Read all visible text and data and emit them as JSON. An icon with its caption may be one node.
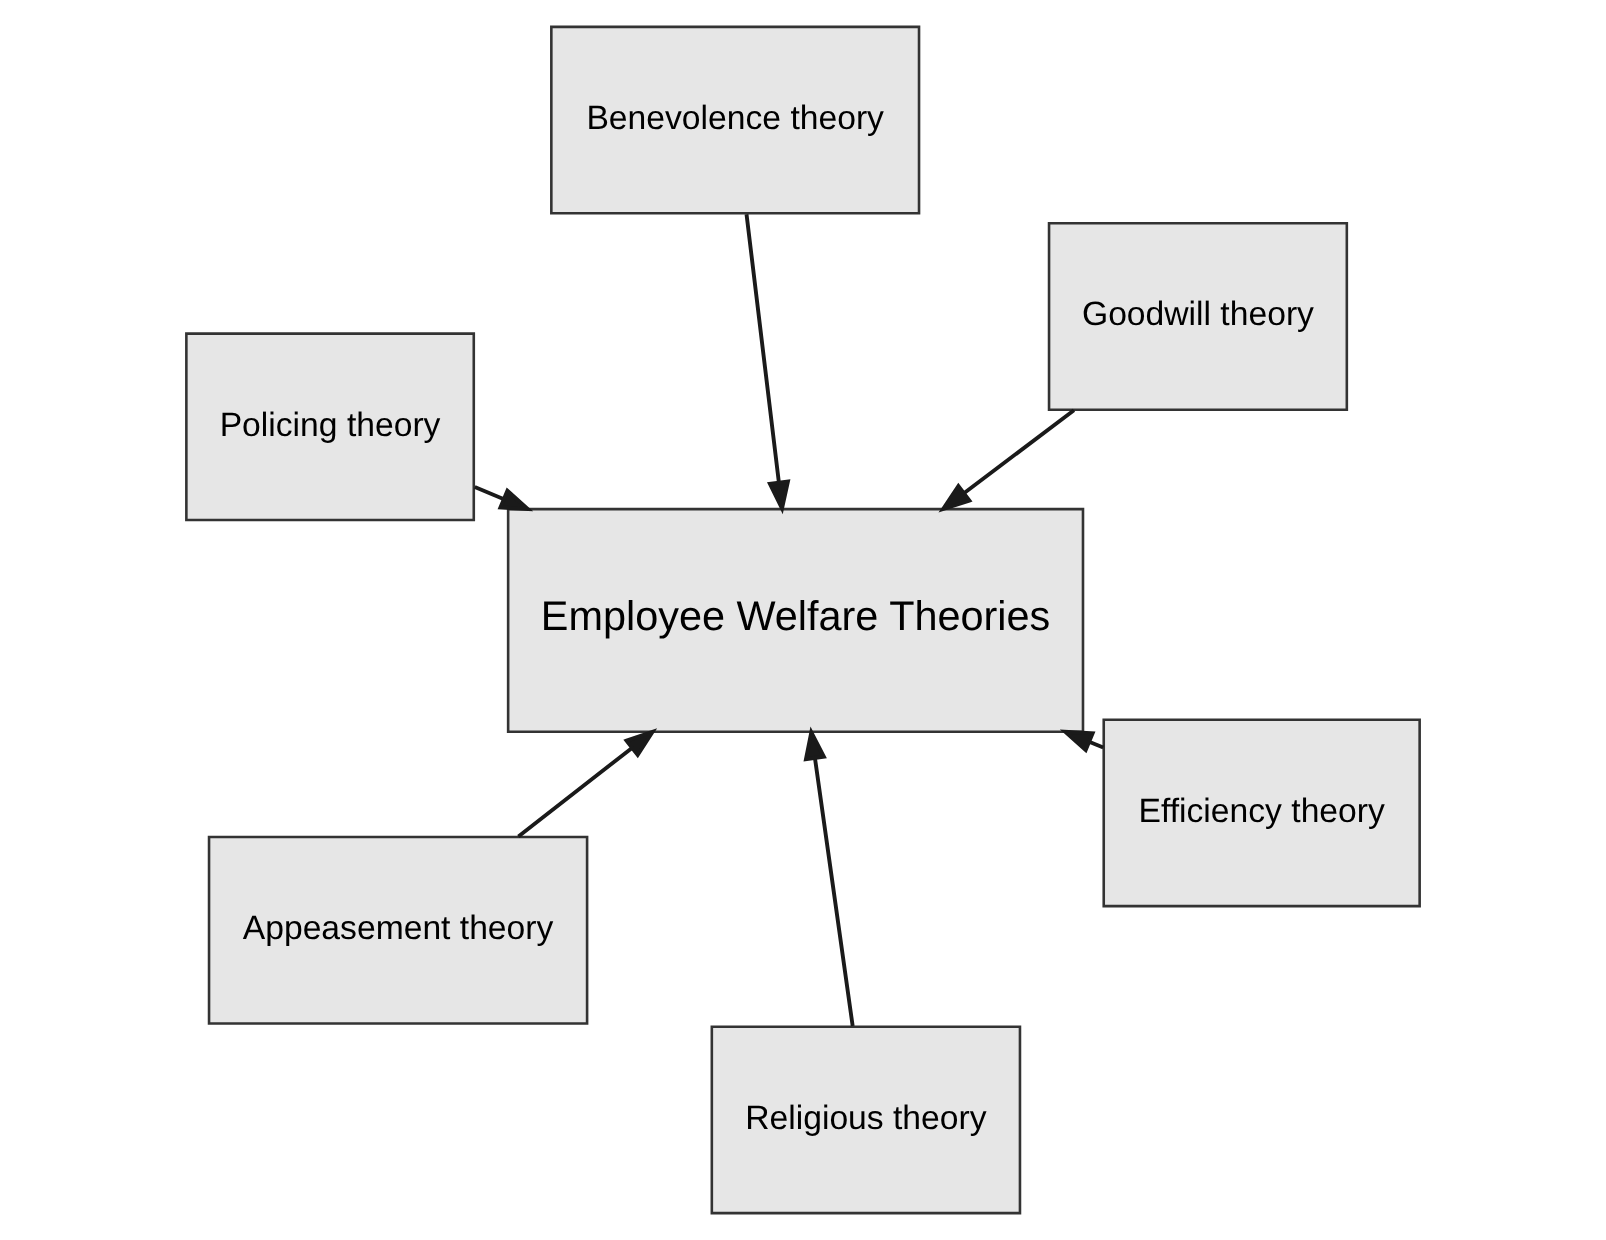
{
  "diagram": {
    "nodes": [
      {
        "text": [
          "Policing theory"
        ]
      },
      {
        "text": [
          "Efficiency theory"
        ]
      },
      {
        "text": [
          "Religious theory"
        ]
      },
      {
        "text": [
          "Employee Welfare Theories"
        ]
      },
      {
        "text": [
          "Goodwill theory"
        ]
      },
      {
        "text": [
          "Benevolence theory"
        ]
      },
      {
        "text": [
          "Appeasement theory"
        ]
      }
    ],
    "edges": [
      {
        "from": 0,
        "to": 3,
        "arrow": "to"
      },
      {
        "from": 1,
        "to": 3,
        "arrow": "to"
      },
      {
        "from": 2,
        "to": 3,
        "arrow": "to"
      },
      {
        "from": 4,
        "to": 3,
        "arrow": "to"
      },
      {
        "from": 5,
        "to": 3,
        "arrow": "to"
      },
      {
        "from": 6,
        "to": 3,
        "arrow": "to"
      }
    ]
  }
}
